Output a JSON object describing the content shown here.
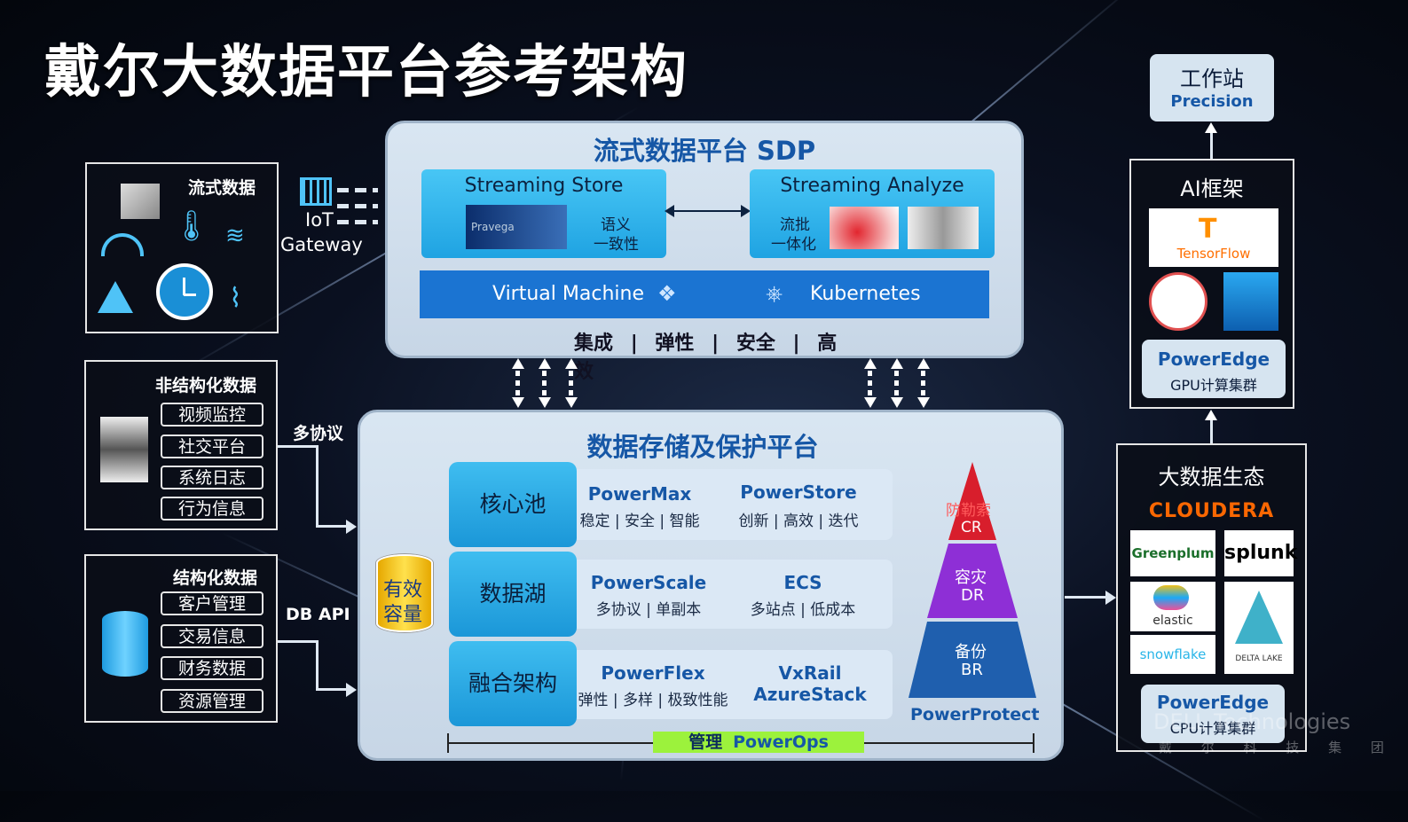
{
  "title": "戴尔大数据平台参考架构",
  "streaming_data": {
    "heading": "流式数据"
  },
  "iot": {
    "line1": "IoT",
    "line2": "Gateway"
  },
  "unstructured": {
    "heading": "非结构化数据",
    "items": [
      "视频监控",
      "社交平台",
      "系统日志",
      "行为信息"
    ],
    "protocol": "多协议"
  },
  "structured": {
    "heading": "结构化数据",
    "items": [
      "客户管理",
      "交易信息",
      "财务数据",
      "资源管理"
    ],
    "protocol": "DB API"
  },
  "sdp": {
    "title": "流式数据平台 SDP",
    "store_title": "Streaming Store",
    "store_note1": "语义",
    "store_note2": "一致性",
    "store_logo": "Pravega",
    "analyze_title": "Streaming Analyze",
    "analyze_note1": "流批",
    "analyze_note2": "一体化",
    "vm": "Virtual Machine",
    "k8s": "Kubernetes",
    "features": [
      "集成",
      "弹性",
      "安全",
      "高效"
    ],
    "separator": "|"
  },
  "storage": {
    "title": "数据存储及保护平台",
    "capacity": [
      "有效",
      "容量"
    ],
    "rows": [
      {
        "name": "核心池",
        "p1": "PowerMax",
        "s1": "稳定 | 安全 | 智能",
        "p2": "PowerStore",
        "s2": "创新 | 高效 | 迭代"
      },
      {
        "name": "数据湖",
        "p1": "PowerScale",
        "s1": "多协议 | 单副本",
        "p2": "ECS",
        "s2": "多站点 | 低成本"
      },
      {
        "name": "融合架构",
        "p1": "PowerFlex",
        "s1": "弹性 | 多样 | 极致性能",
        "p2a": "VxRail",
        "p2b": "AzureStack"
      }
    ],
    "pyramid": {
      "top1": "防勒索",
      "top2": "CR",
      "mid1": "容灾",
      "mid2": "DR",
      "bot1": "备份",
      "bot2": "BR",
      "label": "PowerProtect",
      "colors": [
        "#d81e2c",
        "#8e2fd6",
        "#1f5fae"
      ]
    },
    "mgmt_label": "管理",
    "mgmt_product": "PowerOps"
  },
  "workstation": {
    "title": "工作站",
    "sub": "Precision"
  },
  "ai": {
    "title": "AI框架",
    "tensorflow": "TensorFlow",
    "pe_title": "PowerEdge",
    "pe_sub": "GPU计算集群"
  },
  "bigdata": {
    "title": "大数据生态",
    "cloudera": "CLOUDERA",
    "greenplum": "Greenplum",
    "splunk": "splunk",
    "elastic": "elastic",
    "snowflake": "snowflake",
    "deltalake": "DELTA LAKE",
    "pe_title": "PowerEdge",
    "pe_sub": "CPU计算集群"
  },
  "watermark": {
    "line1": "DELL Technologies",
    "line2": "戴 尔 科 技 集 团"
  }
}
